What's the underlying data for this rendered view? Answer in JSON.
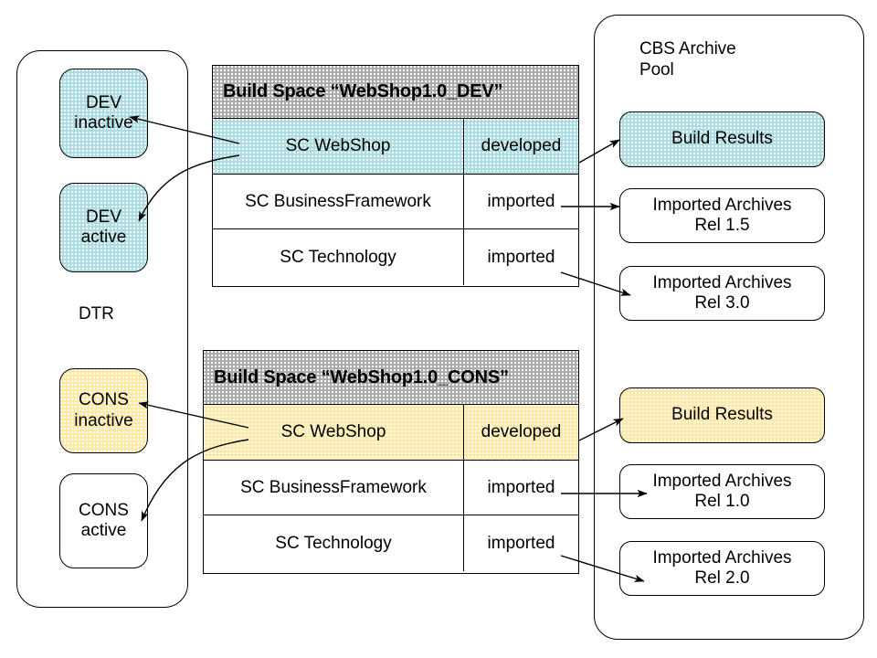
{
  "diagram": {
    "title_text": "",
    "colors": {
      "dev_fill": "#addde2",
      "cons_fill": "#fdeaa8",
      "header_fill": "#a9a9a9",
      "line": "#000000",
      "background": "#ffffff"
    }
  },
  "dtr": {
    "label": "DTR",
    "workspaces": [
      {
        "id": "dev-inactive",
        "label": "DEV\ninactive",
        "fill": "blue"
      },
      {
        "id": "dev-active",
        "label": "DEV\nactive",
        "fill": "blue"
      },
      {
        "id": "cons-inactive",
        "label": "CONS\ninactive",
        "fill": "yellow"
      },
      {
        "id": "cons-active",
        "label": "CONS\nactive",
        "fill": "white"
      }
    ]
  },
  "build_spaces": [
    {
      "id": "dev",
      "header": "Build Space “WebShop1.0_DEV”",
      "rows": [
        {
          "name": "SC WebShop",
          "state": "developed",
          "fill": "blue"
        },
        {
          "name": "SC BusinessFramework",
          "state": "imported",
          "fill": "white"
        },
        {
          "name": "SC Technology",
          "state": "imported",
          "fill": "white"
        }
      ]
    },
    {
      "id": "cons",
      "header": "Build Space “WebShop1.0_CONS”",
      "rows": [
        {
          "name": "SC WebShop",
          "state": "developed",
          "fill": "yellow"
        },
        {
          "name": "SC BusinessFramework",
          "state": "imported",
          "fill": "white"
        },
        {
          "name": "SC Technology",
          "state": "imported",
          "fill": "white"
        }
      ]
    }
  ],
  "cbs_pool": {
    "title": "CBS Archive\nPool",
    "artifacts": [
      {
        "id": "dev-build-results",
        "label": "Build Results",
        "fill": "blue"
      },
      {
        "id": "dev-archives-15",
        "label": "Imported Archives\nRel 1.5",
        "fill": "white"
      },
      {
        "id": "dev-archives-30",
        "label": "Imported Archives\nRel 3.0",
        "fill": "white"
      },
      {
        "id": "cons-build-results",
        "label": "Build Results",
        "fill": "yellow"
      },
      {
        "id": "cons-archives-10",
        "label": "Imported Archives\nRel 1.0",
        "fill": "white"
      },
      {
        "id": "cons-archives-20",
        "label": "Imported Archives\nRel 2.0",
        "fill": "white"
      }
    ]
  },
  "connections": [
    {
      "id": "dev-webshop-to-dev-inactive",
      "from": "dev.row.SC WebShop",
      "to": "dev-inactive"
    },
    {
      "id": "dev-webshop-to-dev-active",
      "from": "dev.row.SC WebShop",
      "to": "dev-active"
    },
    {
      "id": "dev-developed-to-build-results",
      "from": "dev.row.developed",
      "to": "dev-build-results"
    },
    {
      "id": "dev-bf-imported-to-archives-15",
      "from": "dev.row.SC BusinessFramework",
      "to": "dev-archives-15"
    },
    {
      "id": "dev-tech-imported-to-archives-30",
      "from": "dev.row.SC Technology",
      "to": "dev-archives-30"
    },
    {
      "id": "cons-webshop-to-cons-inactive",
      "from": "cons.row.SC WebShop",
      "to": "cons-inactive"
    },
    {
      "id": "cons-webshop-to-cons-active",
      "from": "cons.row.SC WebShop",
      "to": "cons-active"
    },
    {
      "id": "cons-developed-to-build-results",
      "from": "cons.row.developed",
      "to": "cons-build-results"
    },
    {
      "id": "cons-bf-imported-to-archives-10",
      "from": "cons.row.SC BusinessFramework",
      "to": "cons-archives-10"
    },
    {
      "id": "cons-tech-imported-to-archives-20",
      "from": "cons.row.SC Technology",
      "to": "cons-archives-20"
    }
  ]
}
